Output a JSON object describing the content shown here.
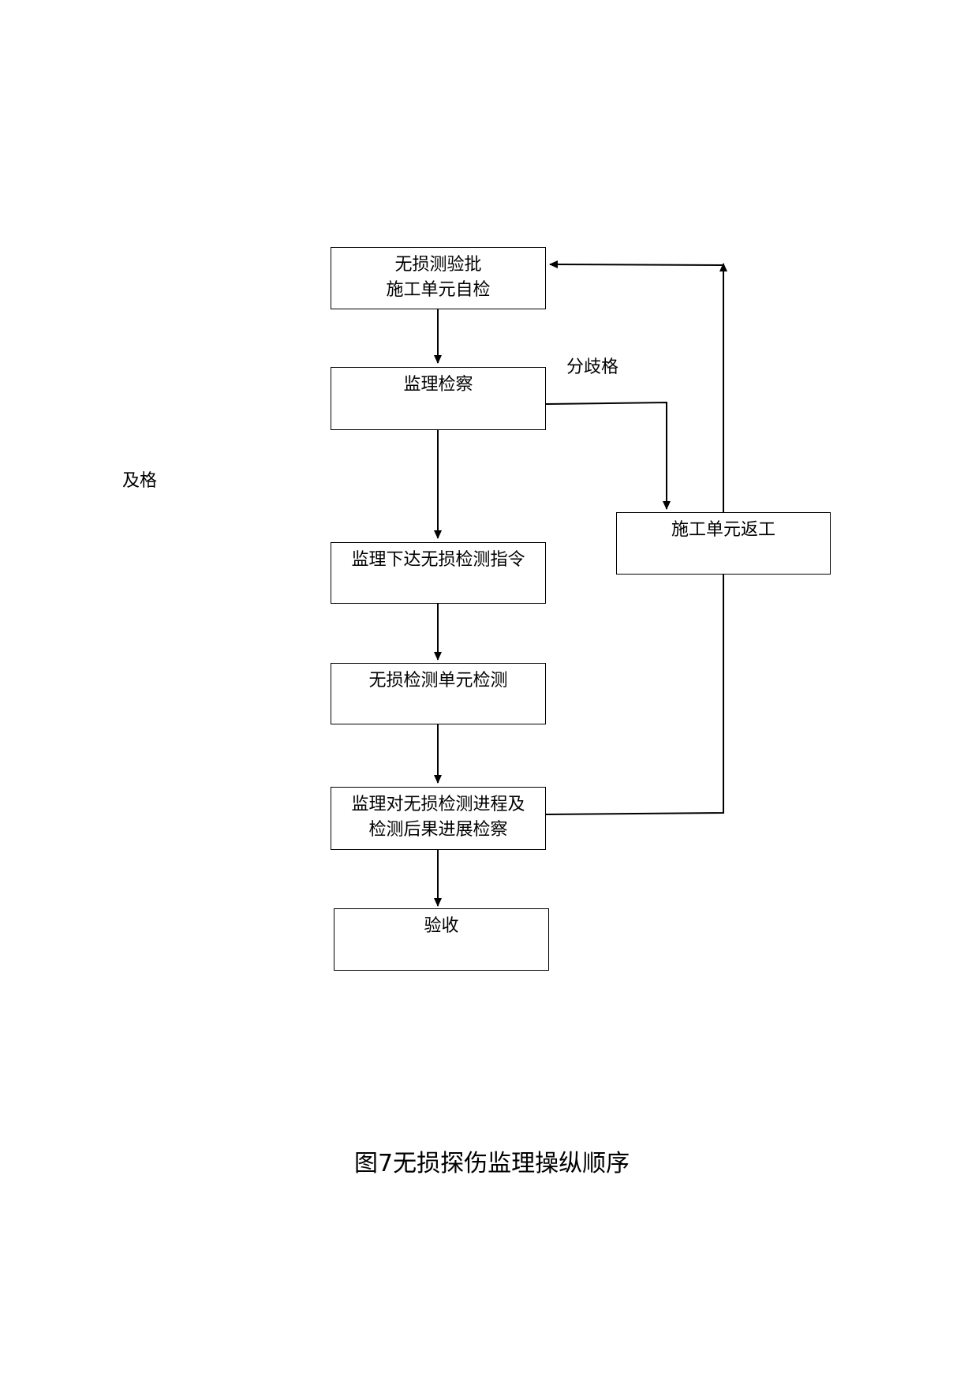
{
  "diagram": {
    "nodes": [
      {
        "id": "self-check",
        "lines": [
          "无损测验批",
          "施工单元自检"
        ]
      },
      {
        "id": "inspection",
        "lines": [
          "监理检察"
        ]
      },
      {
        "id": "instruction",
        "lines": [
          "监理下达无损检测指令"
        ]
      },
      {
        "id": "unit-test",
        "lines": [
          "无损检测单元检测"
        ]
      },
      {
        "id": "progress-check",
        "lines": [
          "监理对无损检测进程及",
          "检测后果进展检察"
        ]
      },
      {
        "id": "acceptance",
        "lines": [
          "验收"
        ]
      },
      {
        "id": "rework",
        "lines": [
          "施工单元返工"
        ]
      }
    ],
    "labels": {
      "fail": "分歧格",
      "pass": "及格"
    },
    "caption": "图7无损探伤监理操纵顺序"
  }
}
